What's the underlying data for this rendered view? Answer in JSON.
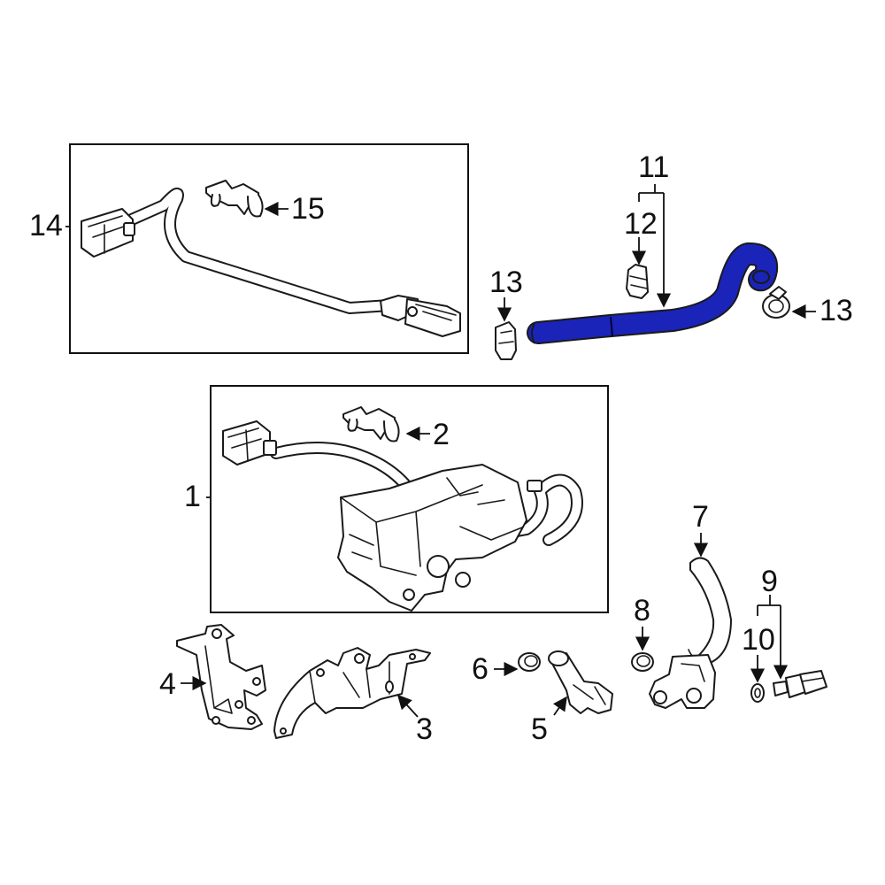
{
  "colors": {
    "highlight": "#1a24b8",
    "line": "#1a1a1a",
    "background": "#ffffff"
  },
  "callouts": {
    "c1": "1",
    "c2": "2",
    "c3": "3",
    "c4": "4",
    "c5": "5",
    "c6": "6",
    "c7": "7",
    "c8": "8",
    "c9": "9",
    "c10": "10",
    "c11": "11",
    "c12": "12",
    "c13a": "13",
    "c13b": "13",
    "c14": "14",
    "c15": "15"
  }
}
